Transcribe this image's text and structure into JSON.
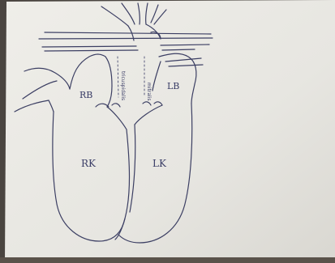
{
  "diagram": {
    "labels": {
      "right_atrium": "RB",
      "left_atrium": "LB",
      "right_ventricle": "RK",
      "left_ventricle": "LK",
      "tricuspid_note": "tricuspidalis",
      "mitral_note": "mitralis"
    },
    "colors": {
      "paper": "#ecebe6",
      "paper_shadow": "#d9d7d1",
      "ink": "#3c3f63",
      "background_table": "#4a4540"
    }
  }
}
